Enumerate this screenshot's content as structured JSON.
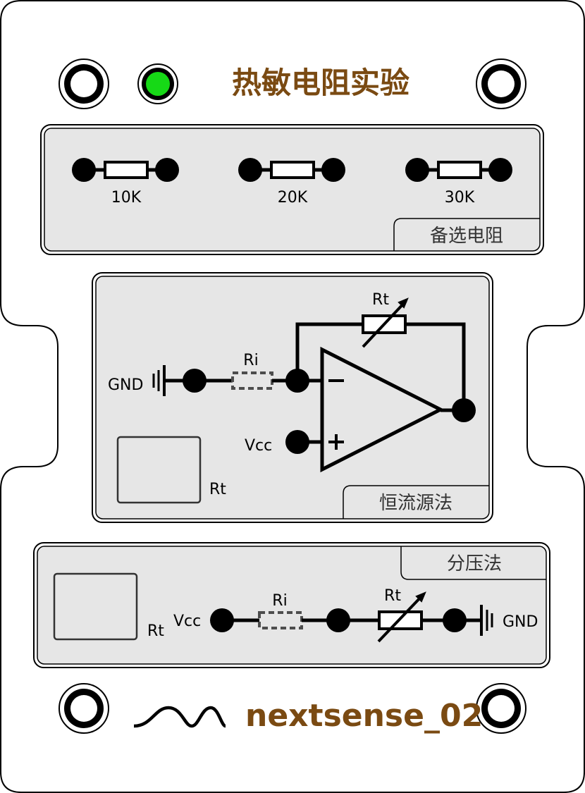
{
  "title": "热敏电阻实验",
  "brand": "nextsense_02",
  "colors": {
    "title": "#7a4a12",
    "led": "#16d916",
    "panel": "#e6e6e6",
    "outline": "#000000",
    "dashed": "#4d4d4d"
  },
  "resistor_panel": {
    "tab": "备选电阻",
    "resistors": [
      "10K",
      "20K",
      "30K"
    ]
  },
  "constant_current": {
    "tab": "恒流源法",
    "labels": {
      "gnd": "GND",
      "vcc": "Vcc",
      "ri": "Ri",
      "rt": "Rt",
      "box_rt": "Rt",
      "minus": "−",
      "plus": "+"
    }
  },
  "voltage_divider": {
    "tab": "分压法",
    "labels": {
      "vcc": "Vcc",
      "ri": "Ri",
      "rt": "Rt",
      "gnd": "GND",
      "box_rt": "Rt"
    }
  },
  "icons": [
    "mount-hole-icon",
    "led-indicator-icon",
    "wave-icon",
    "ground-icon",
    "thermistor-icon",
    "op-amp-icon"
  ]
}
